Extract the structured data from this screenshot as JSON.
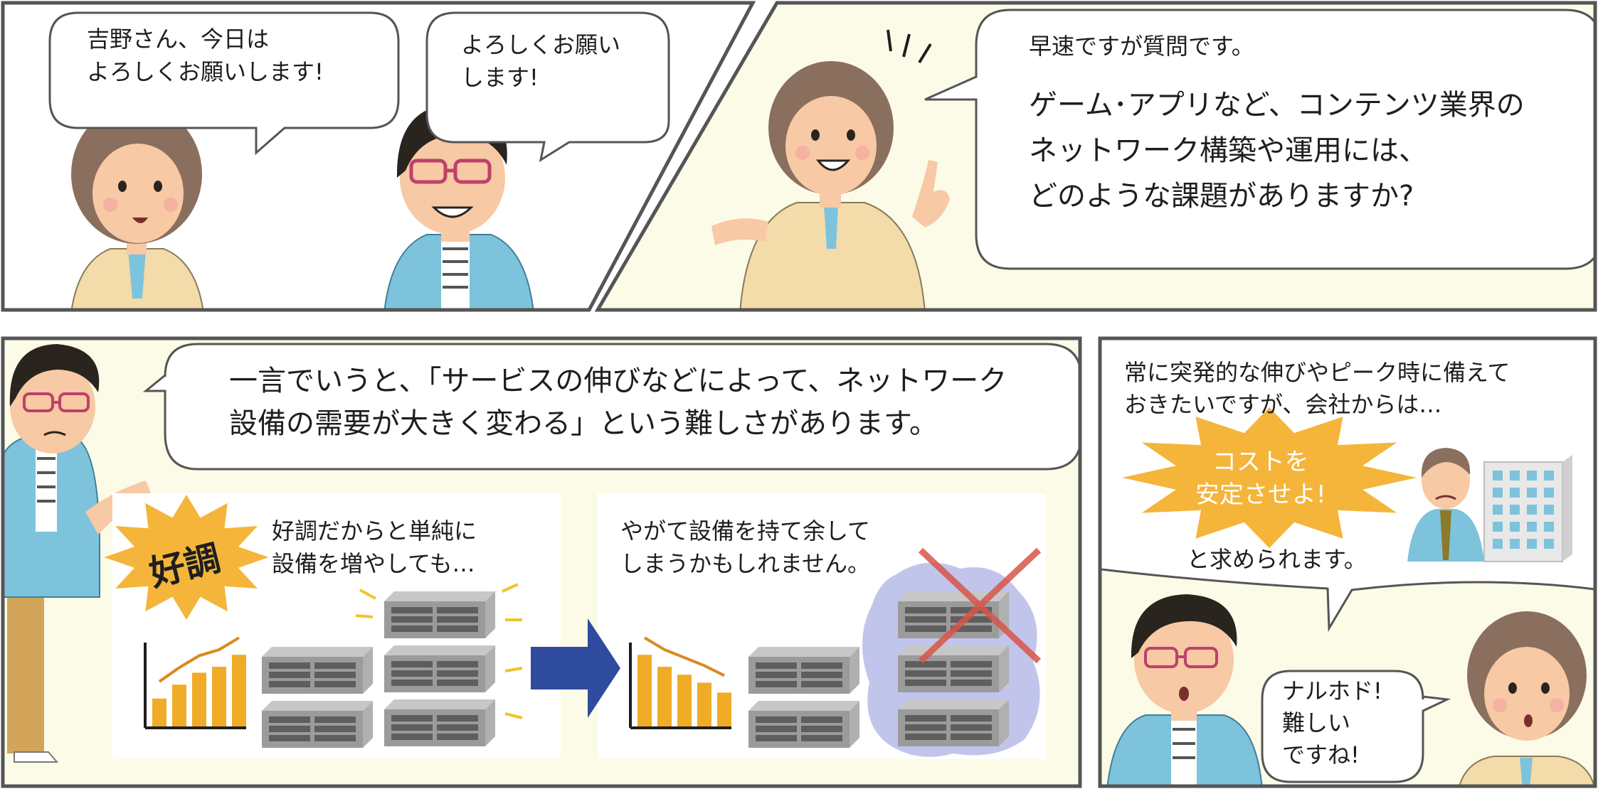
{
  "colors": {
    "border": "#555555",
    "panel_bg": "#fbfbe7",
    "skin": "#f7c9a4",
    "hair_woman": "#8a6f5e",
    "hair_man": "#2a241f",
    "jacket_woman": "#f3dcaa",
    "shirt_man": "#7ec3dc",
    "chart_bar": "#f0ac26",
    "burst_yellow": "#f4b53a",
    "arrow_blue": "#2f4b9e",
    "server_gray": "#9b9b9b",
    "cross_red": "#d9554a",
    "cloud_purple": "#b3b6e6"
  },
  "panel1": {
    "woman_bubble": {
      "line1": "吉野さん、今日は",
      "line2": "よろしくお願いします!"
    },
    "man_bubble": {
      "line1": "よろしくお願い",
      "line2": "します!"
    }
  },
  "panel2": {
    "bubble": {
      "line1": "早速ですが質問です。",
      "line2": "ゲーム･アプリなど、コンテンツ業界の",
      "line3": "ネットワーク構築や運用には、",
      "line4": "どのような課題がありますか?"
    }
  },
  "panel3": {
    "bubble": {
      "line1": "一言でいうと、「サービスの伸びなどによって、ネットワーク",
      "line2": "設備の需要が大きく変わる」という難しさがあります。"
    },
    "burst_label": "好調",
    "left_caption": {
      "line1": "好調だからと単純に",
      "line2": "設備を増やしても…"
    },
    "right_caption": {
      "line1": "やがて設備を持て余して",
      "line2": "しまうかもしれません。"
    },
    "growth_chart": [
      28,
      42,
      54,
      60,
      72
    ],
    "decline_chart": [
      72,
      60,
      52,
      44,
      34
    ]
  },
  "panel4": {
    "top_text": {
      "line1": "常に突発的な伸びやピーク時に備えて",
      "line2": "おきたいですが、会社からは…"
    },
    "burst_text": {
      "line1": "コストを",
      "line2": "安定させよ!"
    },
    "bottom_text": "と求められます。",
    "woman_bubble": {
      "line1": "ナルホド!",
      "line2": "難しい",
      "line3": "ですね!"
    }
  }
}
